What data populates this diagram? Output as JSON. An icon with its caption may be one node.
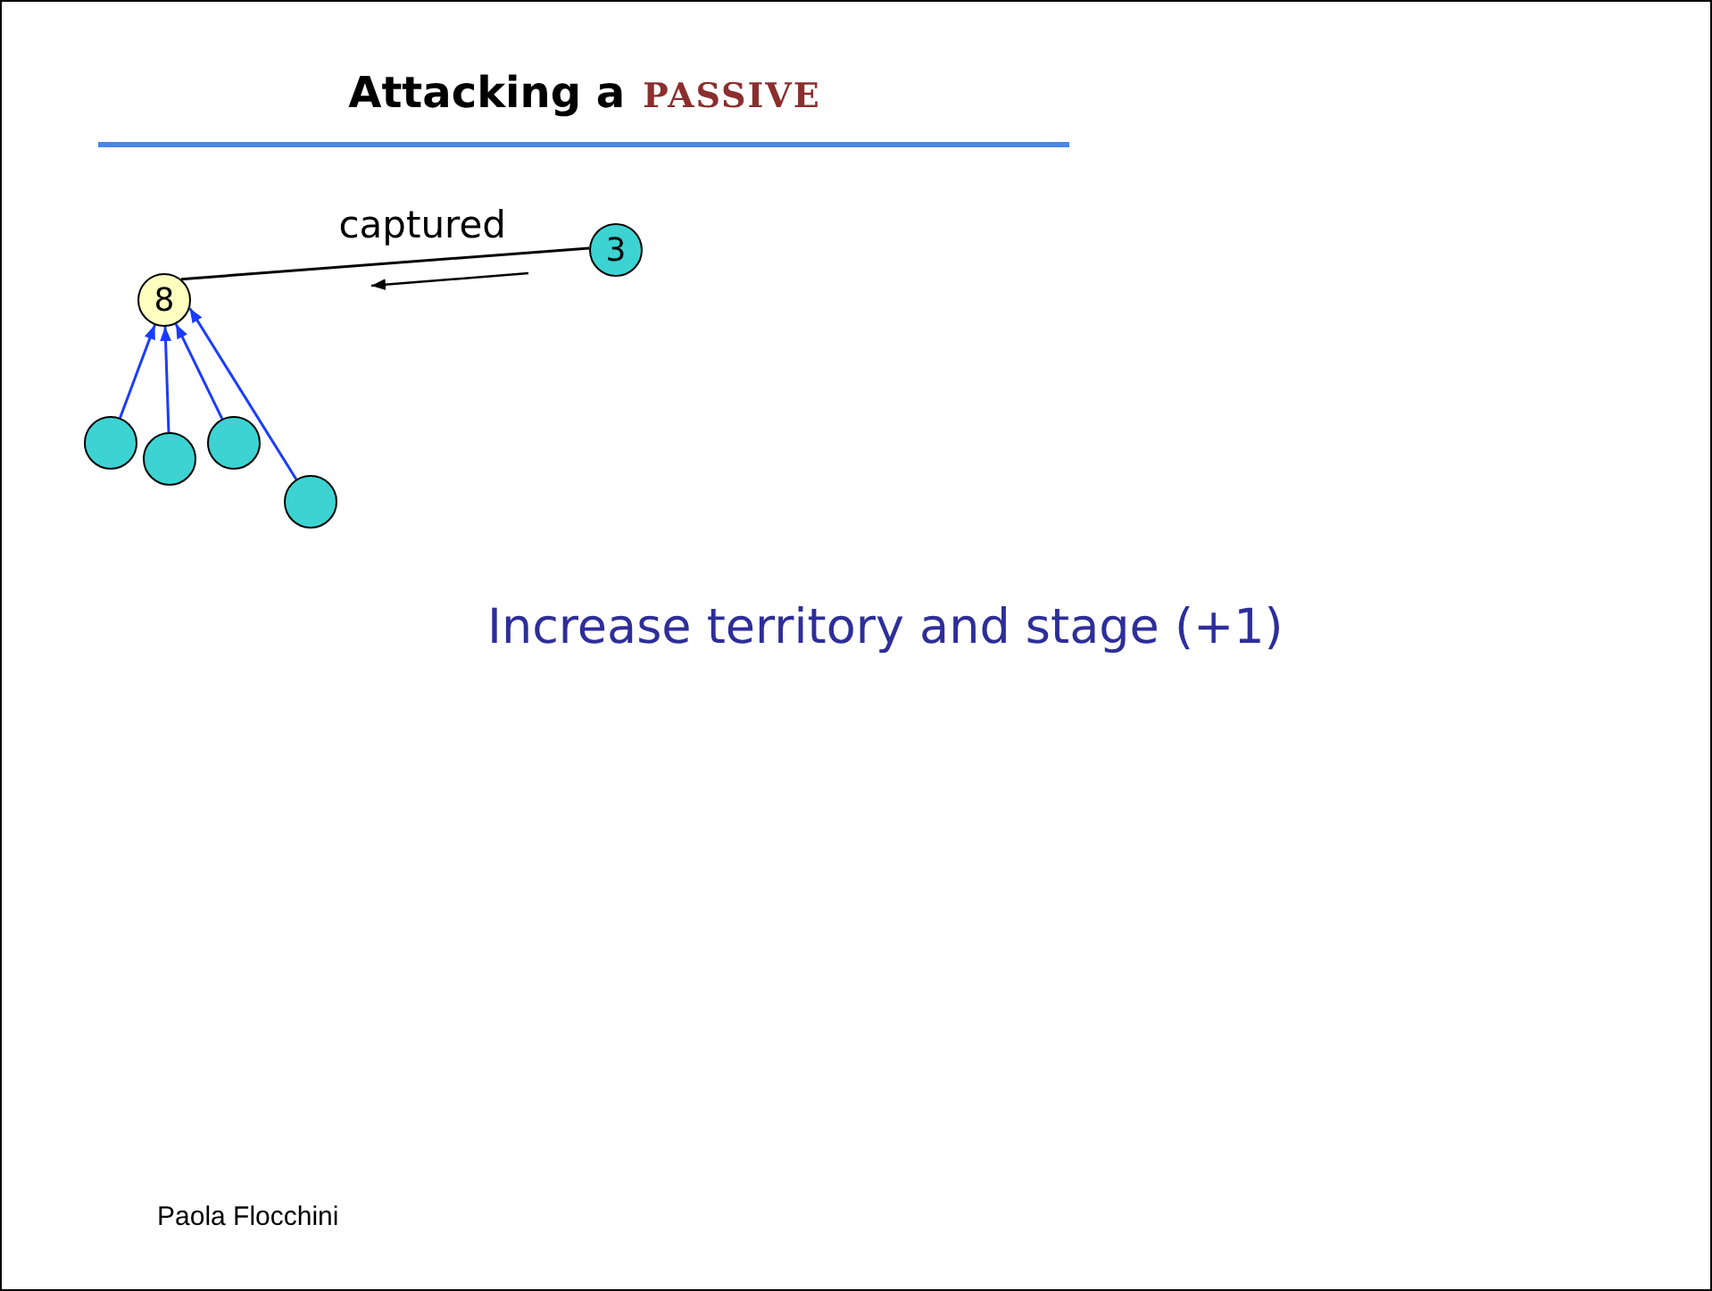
{
  "diagram": {
    "title": "Attacking a",
    "nodes": [
      {
        "text": [
          "8"
        ]
      },
      {
        "text": [
          "3"
        ]
      },
      {
        "text": [],
        "shape": "circle"
      },
      {
        "text": [],
        "shape": "circle"
      },
      {
        "text": [],
        "shape": "circle"
      },
      {
        "text": [],
        "shape": "circle"
      }
    ],
    "edges": [
      {
        "from": 1,
        "to": 0,
        "arrow": "none",
        "label": "captured",
        "color": "#000000"
      },
      {
        "from": 2,
        "to": 0,
        "arrow": "to"
      },
      {
        "from": 3,
        "to": 0,
        "arrow": "to"
      },
      {
        "from": 4,
        "to": 0,
        "arrow": "to"
      },
      {
        "from": 5,
        "to": 0,
        "arrow": "to"
      }
    ],
    "labels": [
      "PASSIVE",
      "Increase territory and stage (+1)",
      "Paola Flocchini"
    ]
  }
}
